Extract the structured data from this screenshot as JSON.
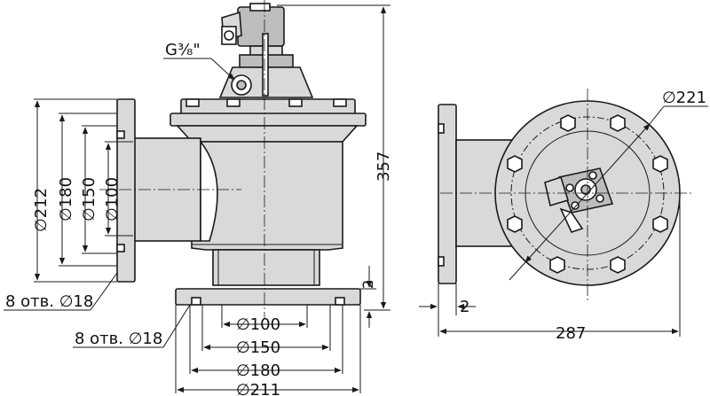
{
  "labels": {
    "thread": "G³⁄₈\"",
    "height": "357",
    "gap_front": "2",
    "gap_side": "2",
    "width_side": "287",
    "side_flange_dia": "∅221",
    "d212": "∅212",
    "d180_left": "∅180",
    "d150_left": "∅150",
    "d100_left": "∅100",
    "holes_left": "8 отв. ∅18",
    "holes_bottom": "8 отв. ∅18",
    "d100_bottom": "∅100",
    "d150_bottom": "∅150",
    "d180_bottom": "∅180",
    "d211_bottom": "∅211"
  }
}
